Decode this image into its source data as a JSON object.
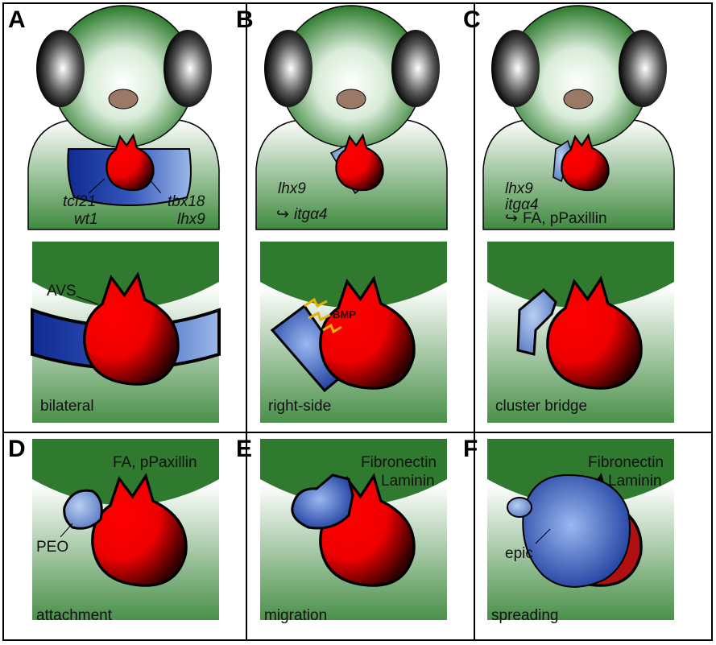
{
  "panels": {
    "A": {
      "label": "A",
      "genes_left": [
        "tcf21",
        "wt1"
      ],
      "genes_right": [
        "tbx18",
        "lhx9"
      ],
      "zoom_label": "AVS",
      "caption": "bilateral"
    },
    "B": {
      "label": "B",
      "gene": "lhx9",
      "target": "itgα4",
      "signal": "BMP",
      "caption": "right-side"
    },
    "C": {
      "label": "C",
      "genes": [
        "lhx9",
        "itgα4"
      ],
      "target": "FA, pPaxillin",
      "caption": "cluster bridge"
    },
    "D": {
      "label": "D",
      "note": "FA, pPaxillin",
      "structure": "PEO",
      "caption": "attachment"
    },
    "E": {
      "label": "E",
      "note": [
        "Fibronectin",
        "Laminin"
      ],
      "caption": "migration"
    },
    "F": {
      "label": "F",
      "note": [
        "Fibronectin",
        "Laminin"
      ],
      "structure": "epic",
      "caption": "spreading"
    }
  },
  "colors": {
    "green": "#2f7a2f",
    "red": "#ff0000",
    "blue": "#2040a0",
    "lightblue": "#8fb0e0"
  }
}
